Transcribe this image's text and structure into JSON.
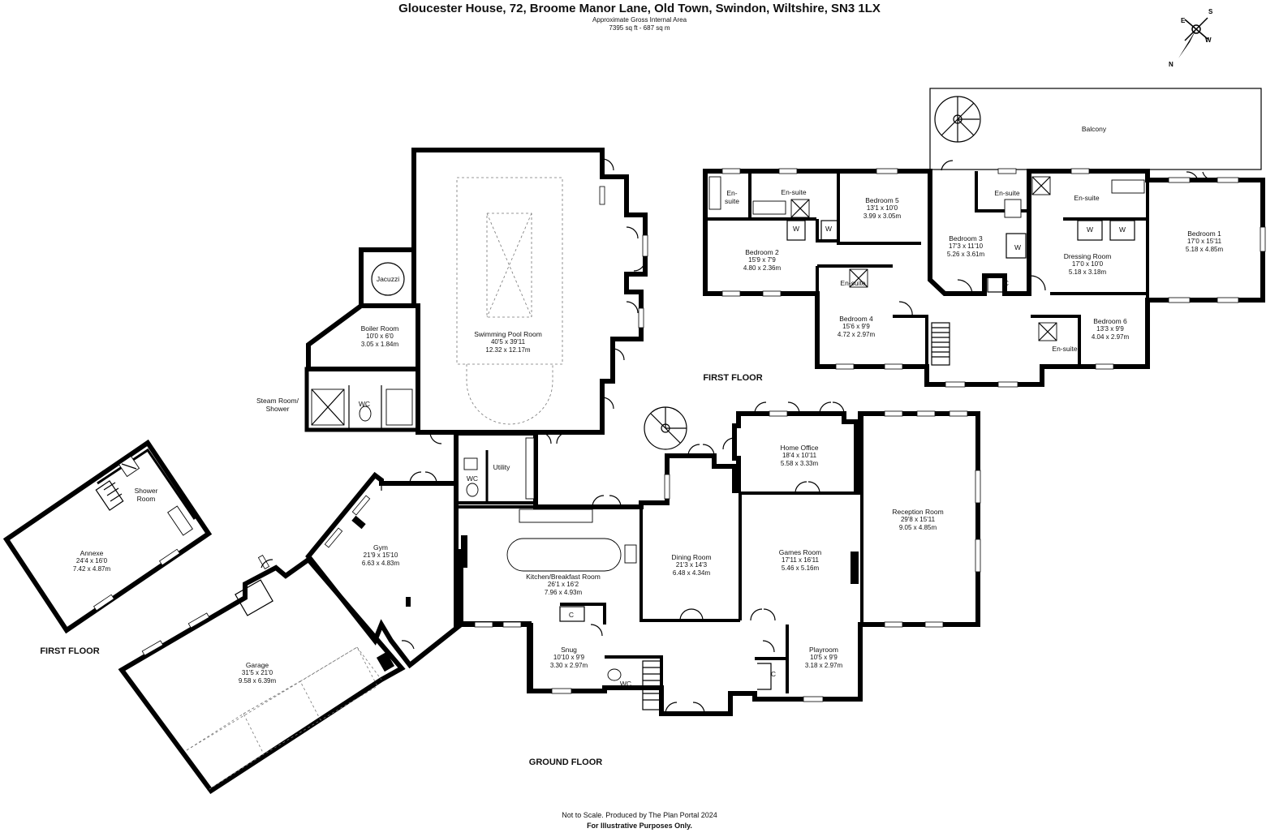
{
  "header": {
    "title": "Gloucester House, 72, Broome Manor Lane, Old Town, Swindon, Wiltshire, SN3 1LX",
    "area_label": "Approximate Gross Internal Area",
    "area_value": "7395 sq ft - 687 sq m"
  },
  "compass": {
    "n": "N",
    "e": "E",
    "s": "S",
    "w": "W"
  },
  "floors": {
    "first_floor_main": "FIRST FLOOR",
    "first_floor_annexe": "FIRST FLOOR",
    "ground_floor": "GROUND FLOOR"
  },
  "rooms": {
    "balcony": {
      "name": "Balcony"
    },
    "bedroom1": {
      "name": "Bedroom 1",
      "imperial": "17'0 x 15'11",
      "metric": "5.18 x 4.85m"
    },
    "bedroom2": {
      "name": "Bedroom 2",
      "imperial": "15'9 x 7'9",
      "metric": "4.80 x 2.36m"
    },
    "bedroom3": {
      "name": "Bedroom 3",
      "imperial": "17'3 x 11'10",
      "metric": "5.26 x 3.61m"
    },
    "bedroom4": {
      "name": "Bedroom 4",
      "imperial": "15'6 x 9'9",
      "metric": "4.72 x 2.97m"
    },
    "bedroom5": {
      "name": "Bedroom 5",
      "imperial": "13'1 x 10'0",
      "metric": "3.99 x 3.05m"
    },
    "bedroom6": {
      "name": "Bedroom 6",
      "imperial": "13'3 x 9'9",
      "metric": "4.04 x 2.97m"
    },
    "dressing": {
      "name": "Dressing Room",
      "imperial": "17'0 x 10'0",
      "metric": "5.18 x 3.18m"
    },
    "ensuite_a_line1": "En-",
    "ensuite_a_line2": "suite",
    "ensuite_b": "En-suite",
    "ensuite_c": "En-suite",
    "ensuite_d": "En-suite",
    "ensuite_e": "En-suite",
    "ensuite_f": "En-suite",
    "wardrobe": "W",
    "cupboard": "C",
    "jacuzzi": "Jacuzzi",
    "boiler": {
      "name": "Boiler Room",
      "imperial": "10'0 x 6'0",
      "metric": "3.05 x 1.84m"
    },
    "pool": {
      "name": "Swimming Pool Room",
      "imperial": "40'5 x 39'11",
      "metric": "12.32 x 12.17m"
    },
    "steam_line1": "Steam Room/",
    "steam_line2": "Shower",
    "wc": "WC",
    "utility": "Utility",
    "home_office": {
      "name": "Home Office",
      "imperial": "18'4 x 10'11",
      "metric": "5.58 x 3.33m"
    },
    "reception": {
      "name": "Reception Room",
      "imperial": "29'8 x 15'11",
      "metric": "9.05 x 4.85m"
    },
    "gym": {
      "name": "Gym",
      "imperial": "21'9 x 15'10",
      "metric": "6.63 x 4.83m"
    },
    "kitchen": {
      "name": "Kitchen/Breakfast Room",
      "imperial": "26'1 x 16'2",
      "metric": "7.96 x 4.93m"
    },
    "dining": {
      "name": "Dining Room",
      "imperial": "21'3 x 14'3",
      "metric": "6.48 x 4.34m"
    },
    "games": {
      "name": "Games Room",
      "imperial": "17'11 x 16'11",
      "metric": "5.46 x 5.16m"
    },
    "snug": {
      "name": "Snug",
      "imperial": "10'10 x 9'9",
      "metric": "3.30 x 2.97m"
    },
    "playroom": {
      "name": "Playroom",
      "imperial": "10'5 x 9'9",
      "metric": "3.18 x 2.97m"
    },
    "garage": {
      "name": "Garage",
      "imperial": "31'5 x 21'0",
      "metric": "9.58 x 6.39m"
    },
    "annexe": {
      "name": "Annexe",
      "imperial": "24'4 x 16'0",
      "metric": "7.42 x 4.87m"
    },
    "shower_line1": "Shower",
    "shower_line2": "Room"
  },
  "footer": {
    "note": "Not to Scale. Produced by The Plan Portal 2024",
    "disclaimer": "For Illustrative Purposes Only."
  }
}
